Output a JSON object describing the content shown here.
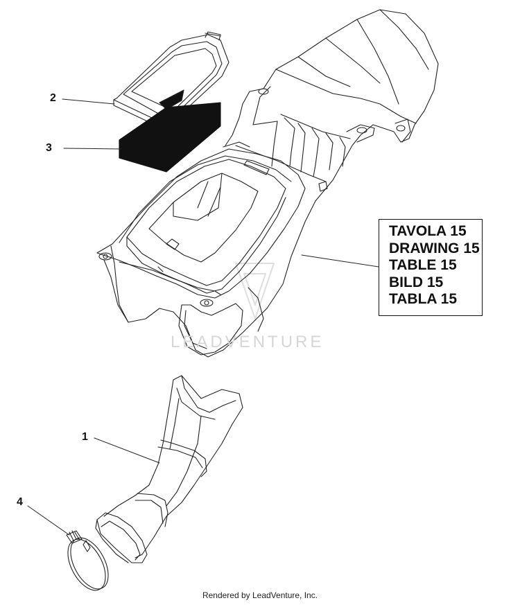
{
  "callouts": [
    "1",
    "2",
    "3",
    "4"
  ],
  "table_label": [
    "TAVOLA 15",
    "DRAWING 15",
    "TABLE 15",
    "BILD 15",
    "TABLA 15"
  ],
  "watermark": "LEADVENTURE",
  "footer": "Rendered by LeadVenture, Inc."
}
